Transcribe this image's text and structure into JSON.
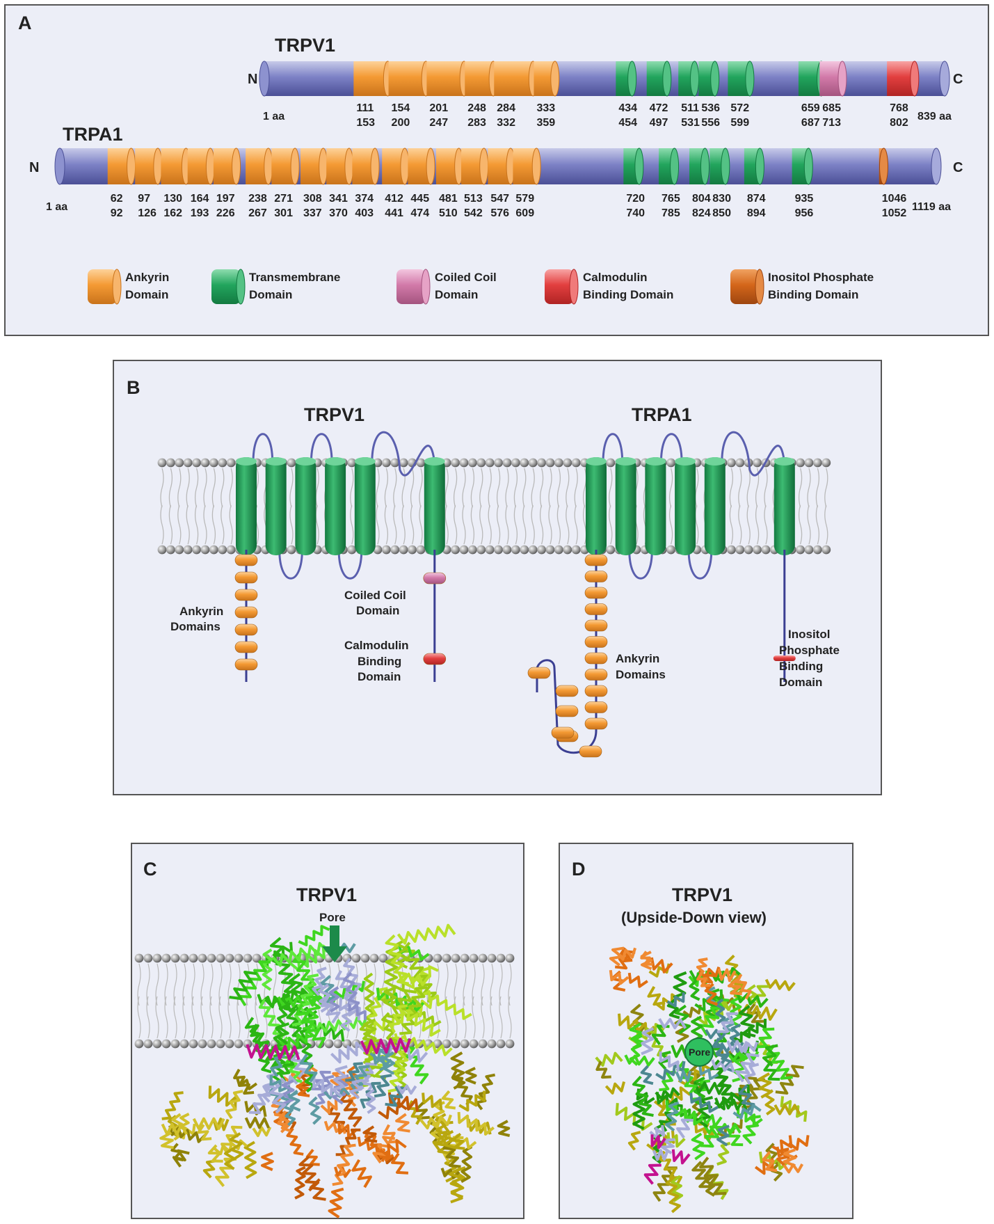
{
  "panel_a": {
    "letter": "A",
    "trpv1": {
      "name": "TRPV1",
      "n": "N",
      "c": "C",
      "start": "1 aa",
      "end": "839 aa",
      "ankyrin": [
        [
          "111",
          "153"
        ],
        [
          "154",
          "200"
        ],
        [
          "201",
          "247"
        ],
        [
          "248",
          "283"
        ],
        [
          "284",
          "332"
        ],
        [
          "333",
          "359"
        ]
      ],
      "transmembrane": [
        [
          "434",
          "454"
        ],
        [
          "472",
          "497"
        ],
        [
          "511",
          "531"
        ],
        [
          "536",
          "556"
        ],
        [
          "572",
          "599"
        ],
        [
          "659",
          "687"
        ]
      ],
      "coiled_coil": [
        [
          "685",
          "713"
        ]
      ],
      "calmodulin": [
        [
          "768",
          "802"
        ]
      ]
    },
    "trpa1": {
      "name": "TRPA1",
      "n": "N",
      "c": "C",
      "start": "1 aa",
      "end": "1119 aa",
      "ankyrin": [
        [
          "62",
          "92"
        ],
        [
          "97",
          "126"
        ],
        [
          "130",
          "162"
        ],
        [
          "164",
          "193"
        ],
        [
          "197",
          "226"
        ],
        [
          "238",
          "267"
        ],
        [
          "271",
          "301"
        ],
        [
          "308",
          "337"
        ],
        [
          "341",
          "370"
        ],
        [
          "374",
          "403"
        ],
        [
          "412",
          "441"
        ],
        [
          "445",
          "474"
        ],
        [
          "481",
          "510"
        ],
        [
          "513",
          "542"
        ],
        [
          "547",
          "576"
        ],
        [
          "579",
          "609"
        ]
      ],
      "transmembrane": [
        [
          "720",
          "740"
        ],
        [
          "765",
          "785"
        ],
        [
          "804",
          "824"
        ],
        [
          "830",
          "850"
        ],
        [
          "874",
          "894"
        ],
        [
          "935",
          "956"
        ]
      ],
      "inositol": [
        [
          "1046",
          "1052"
        ]
      ]
    },
    "legend": {
      "ankyrin": [
        "Ankyrin",
        "Domain"
      ],
      "transmembrane": [
        "Transmembrane",
        "Domain"
      ],
      "coiled_coil": [
        "Coiled Coil",
        "Domain"
      ],
      "calmodulin": [
        "Calmodulin",
        "Binding Domain"
      ],
      "inositol": [
        "Inositol Phosphate",
        "Binding Domain"
      ]
    }
  },
  "panel_b": {
    "letter": "B",
    "trpv1_title": "TRPV1",
    "trpa1_title": "TRPA1",
    "ankyrin_v1": [
      "Ankyrin",
      "Domains"
    ],
    "coiled_coil": [
      "Coiled Coil",
      "Domain"
    ],
    "calmodulin": [
      "Calmodulin",
      "Binding",
      "Domain"
    ],
    "ankyrin_a1": [
      "Ankyrin",
      "Domains"
    ],
    "inositol": [
      "Inositol",
      "Phosphate",
      "Binding",
      "Domain"
    ]
  },
  "panel_c": {
    "letter": "C",
    "title": "TRPV1",
    "pore": "Pore"
  },
  "panel_d": {
    "letter": "D",
    "title": "TRPV1",
    "subtitle": "(Upside-Down view)",
    "pore": "Pore"
  },
  "colors": {
    "backbone": "#7b80c4",
    "ankyrin": "#f3992f",
    "transmembrane": "#1fa35c",
    "coiled_coil": "#d27aa9",
    "calmodulin": "#e23f3f",
    "inositol": "#d4661a",
    "panel_bg": "#eceef7"
  }
}
